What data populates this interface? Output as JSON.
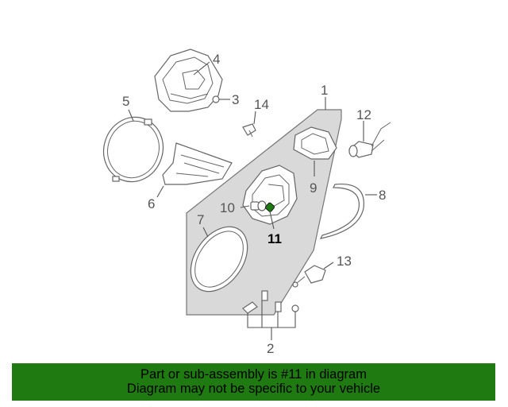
{
  "callouts": {
    "c1": "1",
    "c2": "2",
    "c3": "3",
    "c4": "4",
    "c5": "5",
    "c6": "6",
    "c7": "7",
    "c8": "8",
    "c9": "9",
    "c10": "10",
    "c11": "11",
    "c12": "12",
    "c13": "13",
    "c14": "14"
  },
  "highlight_callout": "11",
  "banner": {
    "line1": "Part or sub-assembly is #11 in diagram",
    "line2": "Diagram may not be specific to your vehicle",
    "background_color": "#1f7a12"
  },
  "colors": {
    "panel_fill": "#d9d9d9",
    "line": "#666666",
    "highlight_part": "#1f7a12"
  }
}
